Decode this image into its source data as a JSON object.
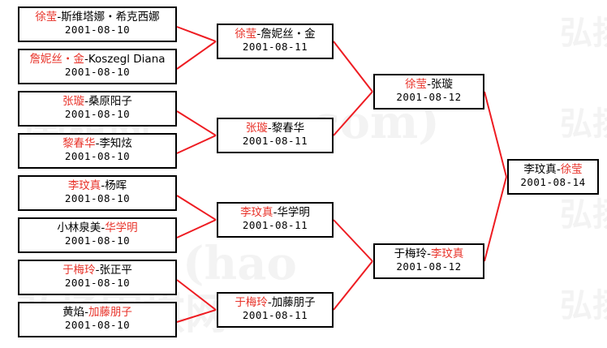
{
  "colors": {
    "winner": "#e8332a",
    "loser": "#000000",
    "connector": "#ee1c22",
    "box_border": "#000000",
    "background": "#ffffff",
    "watermark": "#f3f3f3"
  },
  "watermark": {
    "line1": "弘扬",
    "line2": "弘扬",
    "line3": "弘扬",
    "line4": "弘扬",
    "text_com": ".com)",
    "text_hao": "(hao",
    "text_cn1": "围棋网",
    "text_cn2": "弘扬围棋网"
  },
  "bracket": {
    "round1": [
      {
        "player_win": "徐莹",
        "sep": "-",
        "player_lose": "斯维塔娜・希克西娜",
        "winner_side": "left",
        "date": "2001-08-10"
      },
      {
        "player_win": "詹妮丝・金",
        "sep": "-",
        "player_lose": "Koszegl Diana",
        "winner_side": "left",
        "date": "2001-08-10"
      },
      {
        "player_win": "张璇",
        "sep": "-",
        "player_lose": "桑原阳子",
        "winner_side": "left",
        "date": "2001-08-10"
      },
      {
        "player_win": "黎春华",
        "sep": "-",
        "player_lose": "李知炫",
        "winner_side": "left",
        "date": "2001-08-10"
      },
      {
        "player_win": "李玟真",
        "sep": "-",
        "player_lose": "杨晖",
        "winner_side": "left",
        "date": "2001-08-10"
      },
      {
        "player_win": "华学明",
        "sep": "-",
        "player_lose": "小林泉美",
        "winner_side": "right",
        "date": "2001-08-10"
      },
      {
        "player_win": "于梅玲",
        "sep": "-",
        "player_lose": "张正平",
        "winner_side": "left",
        "date": "2001-08-10"
      },
      {
        "player_win": "加藤朋子",
        "sep": "-",
        "player_lose": "黄焰",
        "winner_side": "right",
        "date": "2001-08-10"
      }
    ],
    "round2": [
      {
        "player_win": "徐莹",
        "sep": "-",
        "player_lose": "詹妮丝・金",
        "winner_side": "left",
        "date": "2001-08-11"
      },
      {
        "player_win": "张璇",
        "sep": "-",
        "player_lose": "黎春华",
        "winner_side": "left",
        "date": "2001-08-11"
      },
      {
        "player_win": "李玟真",
        "sep": "-",
        "player_lose": "华学明",
        "winner_side": "left",
        "date": "2001-08-11"
      },
      {
        "player_win": "于梅玲",
        "sep": "-",
        "player_lose": "加藤朋子",
        "winner_side": "left",
        "date": "2001-08-11"
      }
    ],
    "round3": [
      {
        "player_win": "徐莹",
        "sep": "-",
        "player_lose": "张璇",
        "winner_side": "left",
        "date": "2001-08-12"
      },
      {
        "player_win": "李玟真",
        "sep": "-",
        "player_lose": "于梅玲",
        "winner_side": "right",
        "date": "2001-08-12"
      }
    ],
    "final": [
      {
        "player_win": "徐莹",
        "sep": "-",
        "player_lose": "李玟真",
        "winner_side": "right",
        "date": "2001-08-14"
      }
    ]
  }
}
